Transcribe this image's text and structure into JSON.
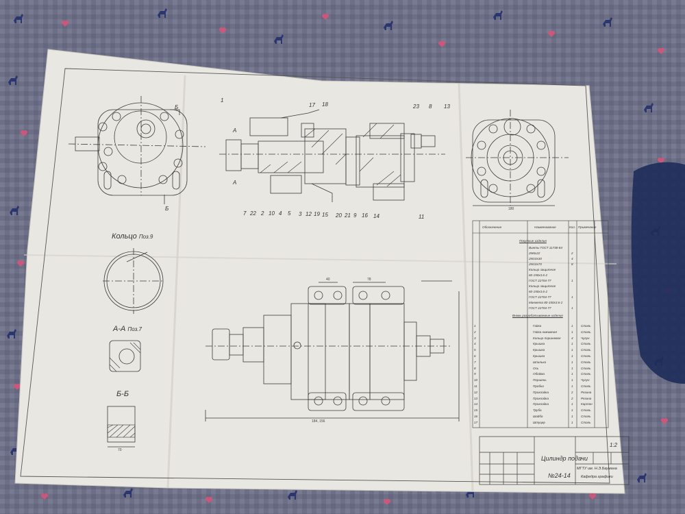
{
  "drawing": {
    "sheet_number": "1:2",
    "title_block": {
      "name": "Цилиндр подачи",
      "doc_number": "№24-14",
      "organization": "МГТУ им. Н.Э.Баумана",
      "department": "Кафедра графики"
    },
    "views": {
      "ring_title": "Кольцо",
      "ring_pos": "Поз.9",
      "section_aa": "А-А",
      "section_aa_pos": "Поз.7",
      "section_bb": "Б-Б"
    },
    "callouts_top": [
      "1",
      "17",
      "18",
      "23",
      "8",
      "13"
    ],
    "callouts_bottom": [
      "7",
      "22",
      "2",
      "10",
      "4",
      "5",
      "3",
      "12",
      "19",
      "15",
      "20",
      "21",
      "9",
      "16",
      "14",
      "11"
    ],
    "cut_markers": [
      "А",
      "А",
      "Б",
      "Б"
    ],
    "dimensions": {
      "plan_overall": "184, 156",
      "section_width": "70",
      "top_gap_left": "40",
      "top_gap_right": "78",
      "right_view_width": "180"
    },
    "spec_table": {
      "headers": [
        "Обозначение",
        "Наименование",
        "Кол.",
        "Примечание"
      ],
      "section_standard": "Покупные изделия",
      "standard_rows": [
        {
          "pos": "",
          "name": "Винты ГОСТ 11738-84",
          "qty": ""
        },
        {
          "pos": "",
          "name": "2М6х22",
          "qty": "2"
        },
        {
          "pos": "",
          "name": "2М10х30",
          "qty": "4"
        },
        {
          "pos": "",
          "name": "2М10х70",
          "qty": "8"
        },
        {
          "pos": "",
          "name": "Кольцо защитное",
          "qty": ""
        },
        {
          "pos": "",
          "name": "60-150х3.6-2",
          "qty": ""
        },
        {
          "pos": "",
          "name": "ГОСТ 22704-77",
          "qty": "1"
        },
        {
          "pos": "",
          "name": "Кольцо защитное",
          "qty": ""
        },
        {
          "pos": "",
          "name": "60-150х3.6-2",
          "qty": ""
        },
        {
          "pos": "",
          "name": "ГОСТ 22704-77",
          "qty": "1"
        },
        {
          "pos": "",
          "name": "Манжета 80-150х3.6-2",
          "qty": ""
        },
        {
          "pos": "",
          "name": "ГОСТ 22704-77",
          "qty": "1"
        }
      ],
      "section_parts": "Вновь разрабатываемые изделия",
      "part_rows": [
        {
          "pos": "1",
          "name": "Гайка",
          "qty": "1",
          "material": "Сталь"
        },
        {
          "pos": "2",
          "name": "Гайка нажимная",
          "qty": "1",
          "material": "Сталь"
        },
        {
          "pos": "3",
          "name": "Кольцо поршневое",
          "qty": "4",
          "material": "Чугун"
        },
        {
          "pos": "4",
          "name": "Крышка",
          "qty": "1",
          "material": "Сталь"
        },
        {
          "pos": "5",
          "name": "Крышка",
          "qty": "1",
          "material": "Сталь"
        },
        {
          "pos": "6",
          "name": "Крышка",
          "qty": "1",
          "material": "Сталь"
        },
        {
          "pos": "7",
          "name": "Шпилька",
          "qty": "1",
          "material": "Сталь"
        },
        {
          "pos": "8",
          "name": "Ось",
          "qty": "1",
          "material": "Сталь"
        },
        {
          "pos": "9",
          "name": "Обойма",
          "qty": "1",
          "material": "Сталь"
        },
        {
          "pos": "10",
          "name": "Поршень",
          "qty": "1",
          "material": "Чугун"
        },
        {
          "pos": "11",
          "name": "Пробка",
          "qty": "1",
          "material": "Сталь"
        },
        {
          "pos": "12",
          "name": "Прокладка",
          "qty": "2",
          "material": "Резина"
        },
        {
          "pos": "13",
          "name": "Прокладка",
          "qty": "2",
          "material": "Резина"
        },
        {
          "pos": "14",
          "name": "Прокладка",
          "qty": "1",
          "material": "Картон"
        },
        {
          "pos": "15",
          "name": "Труба",
          "qty": "1",
          "material": "Сталь"
        },
        {
          "pos": "16",
          "name": "Шайба",
          "qty": "1",
          "material": "Сталь"
        },
        {
          "pos": "17",
          "name": "Штуцер",
          "qty": "1",
          "material": "Сталь"
        }
      ]
    },
    "colors": {
      "paper": "#e9e7e2",
      "ink": "#3a3a3a",
      "blanket": "#6f7288",
      "reindeer_pink": "#d8557a",
      "reindeer_blue": "#25306b"
    }
  }
}
